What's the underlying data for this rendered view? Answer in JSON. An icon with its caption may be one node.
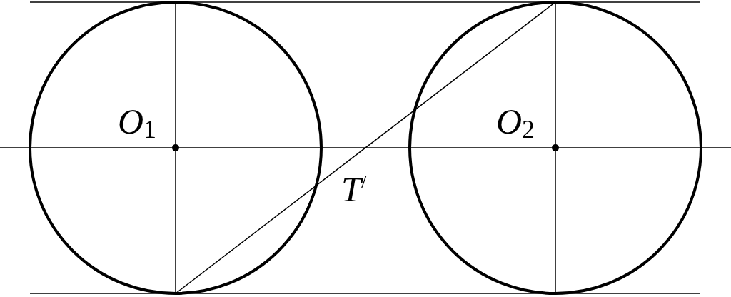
{
  "diagram": {
    "labels": [
      "O$_{1}$",
      "O$_{2}$",
      "T$^{/}$"
    ]
  }
}
